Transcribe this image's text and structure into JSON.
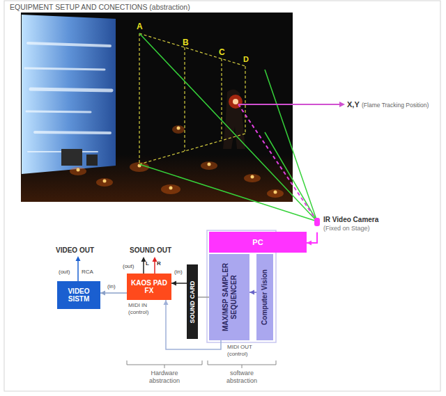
{
  "diagram": {
    "title": "EQUIPMENT SETUP AND CONECTIONS (abstraction)",
    "nodes": [
      {
        "text": [
          "VIDEO SISTM"
        ]
      },
      {
        "text": [
          "KAOS PAD FX"
        ]
      },
      {
        "text": [
          "SOUND CARD"
        ]
      },
      {
        "text": [
          "PC"
        ]
      },
      {
        "text": [
          "MAX/MSP SAMPLER SEQUENCER"
        ],
        "in": 3
      },
      {
        "text": [
          "Computer Vision"
        ],
        "in": 3
      },
      {
        "text": [
          "IR Video Camera",
          "(Fixed on Stage)"
        ]
      }
    ],
    "edges": [
      {
        "from": 6,
        "to": 3,
        "arrow": "to"
      },
      {
        "from": 2,
        "to": 1,
        "arrow": "to"
      },
      {
        "from": 1,
        "to": 0,
        "arrow": "to"
      },
      {
        "from": 4,
        "to": 2,
        "arrow": "none"
      },
      {
        "from": 5,
        "to": 4,
        "arrow": "to"
      },
      {
        "from": 4,
        "to": 1,
        "arrow": "to"
      }
    ],
    "labels": [
      "A",
      "B",
      "C",
      "D",
      "X,Y",
      "(Flame Tracking Position)",
      "VIDEO OUT",
      "SOUND OUT",
      "(out)",
      "RCA",
      "(in)",
      "(out)",
      "L",
      "R",
      "(in)",
      "MIDI IN (control)",
      "MIDI OUT (control)",
      "Hardware abstraction",
      "software abstraction"
    ]
  }
}
